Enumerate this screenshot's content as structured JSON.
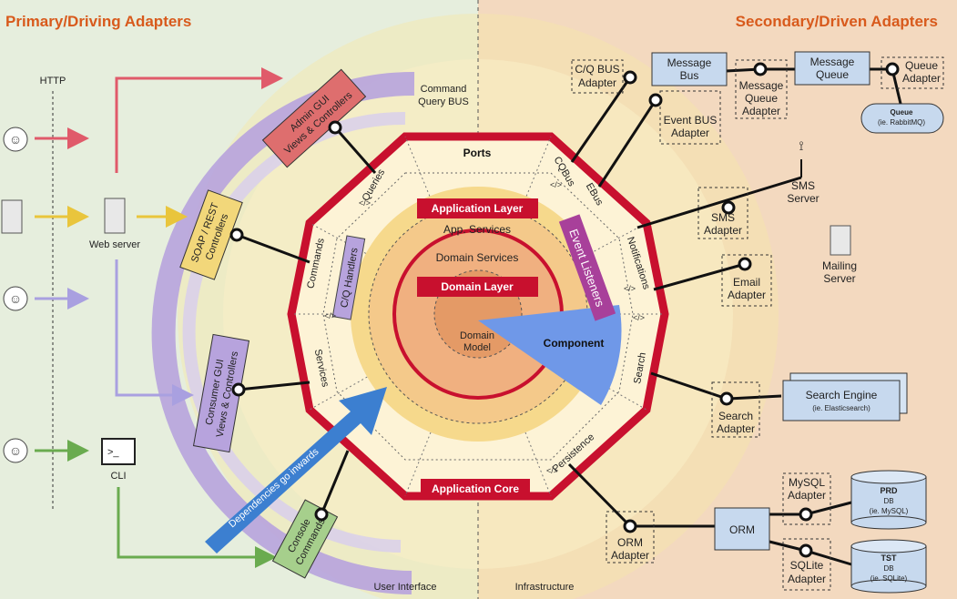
{
  "headers": {
    "primary": "Primary/Driving Adapters",
    "secondary": "Secondary/Driven Adapters"
  },
  "left": {
    "http": "HTTP",
    "web_server": "Web server",
    "cli": "CLI",
    "cli_prompt": ">_"
  },
  "primary_adapters": {
    "admin_gui": [
      "Admin GUI",
      "Views & Controllers"
    ],
    "soap_rest": [
      "SOAP / REST",
      "Controllers"
    ],
    "consumer_gui": [
      "Consumer GUI",
      "Views & Controllers"
    ],
    "console": [
      "Console",
      "Commands"
    ]
  },
  "command_bus": [
    "Command",
    "Query BUS"
  ],
  "ports": {
    "title": "Ports",
    "queries": "Queries",
    "commands": "Commands",
    "services": "Services",
    "cqbus": "CQBus",
    "ebus": "EBus",
    "notifications": "Notifications",
    "search": "Search",
    "persistence": "Persistence"
  },
  "core": {
    "application_layer": "Application Layer",
    "app_services": "App. Services",
    "domain_services": "Domain Services",
    "domain_layer": "Domain Layer",
    "domain_model": [
      "Domain",
      "Model"
    ],
    "component": "Component",
    "cq_handlers": "C/Q Handlers",
    "event_listeners": "Event Listeners",
    "application_core": "Application Core",
    "dependencies": "Dependencies go inwards"
  },
  "secondary_adapters": {
    "cq_bus_adapter": [
      "C/Q BUS",
      "Adapter"
    ],
    "message_bus": [
      "Message",
      "Bus"
    ],
    "message_queue_adapter": [
      "Message",
      "Queue",
      "Adapter"
    ],
    "message_queue": [
      "Message",
      "Queue"
    ],
    "queue_adapter": [
      "Queue",
      "Adapter"
    ],
    "queue_title": "Queue",
    "queue_sub": "(ie. RabbitMQ)",
    "event_bus_adapter": [
      "Event BUS",
      "Adapter"
    ],
    "sms_server": [
      "SMS",
      "Server"
    ],
    "sms_adapter": [
      "SMS",
      "Adapter"
    ],
    "mailing_server": [
      "Mailing",
      "Server"
    ],
    "email_adapter": [
      "Email",
      "Adapter"
    ],
    "search_engine": "Search Engine",
    "search_engine_sub": "(ie. Elasticsearch)",
    "search_adapter": [
      "Search",
      "Adapter"
    ],
    "orm": "ORM",
    "orm_adapter": [
      "ORM",
      "Adapter"
    ],
    "mysql_adapter": [
      "MySQL",
      "Adapter"
    ],
    "sqlite_adapter": [
      "SQLite",
      "Adapter"
    ],
    "prd_db": [
      "PRD",
      "DB",
      "(ie. MySQL)"
    ],
    "tst_db": [
      "TST",
      "DB",
      "(ie. SQLite)"
    ]
  },
  "footer": {
    "user_interface": "User Interface",
    "infrastructure": "Infrastructure"
  },
  "colors": {
    "left_bg": "#e6eedd",
    "right_bg": "#f3d9bf",
    "octagon_border": "#c8102e",
    "purple": "#b7a3dd",
    "arrow_red": "#e05a6a",
    "arrow_yellow": "#e9c53c",
    "arrow_purple": "#a9a0e0",
    "arrow_green": "#6aab4f",
    "component": "#6f98e8"
  }
}
